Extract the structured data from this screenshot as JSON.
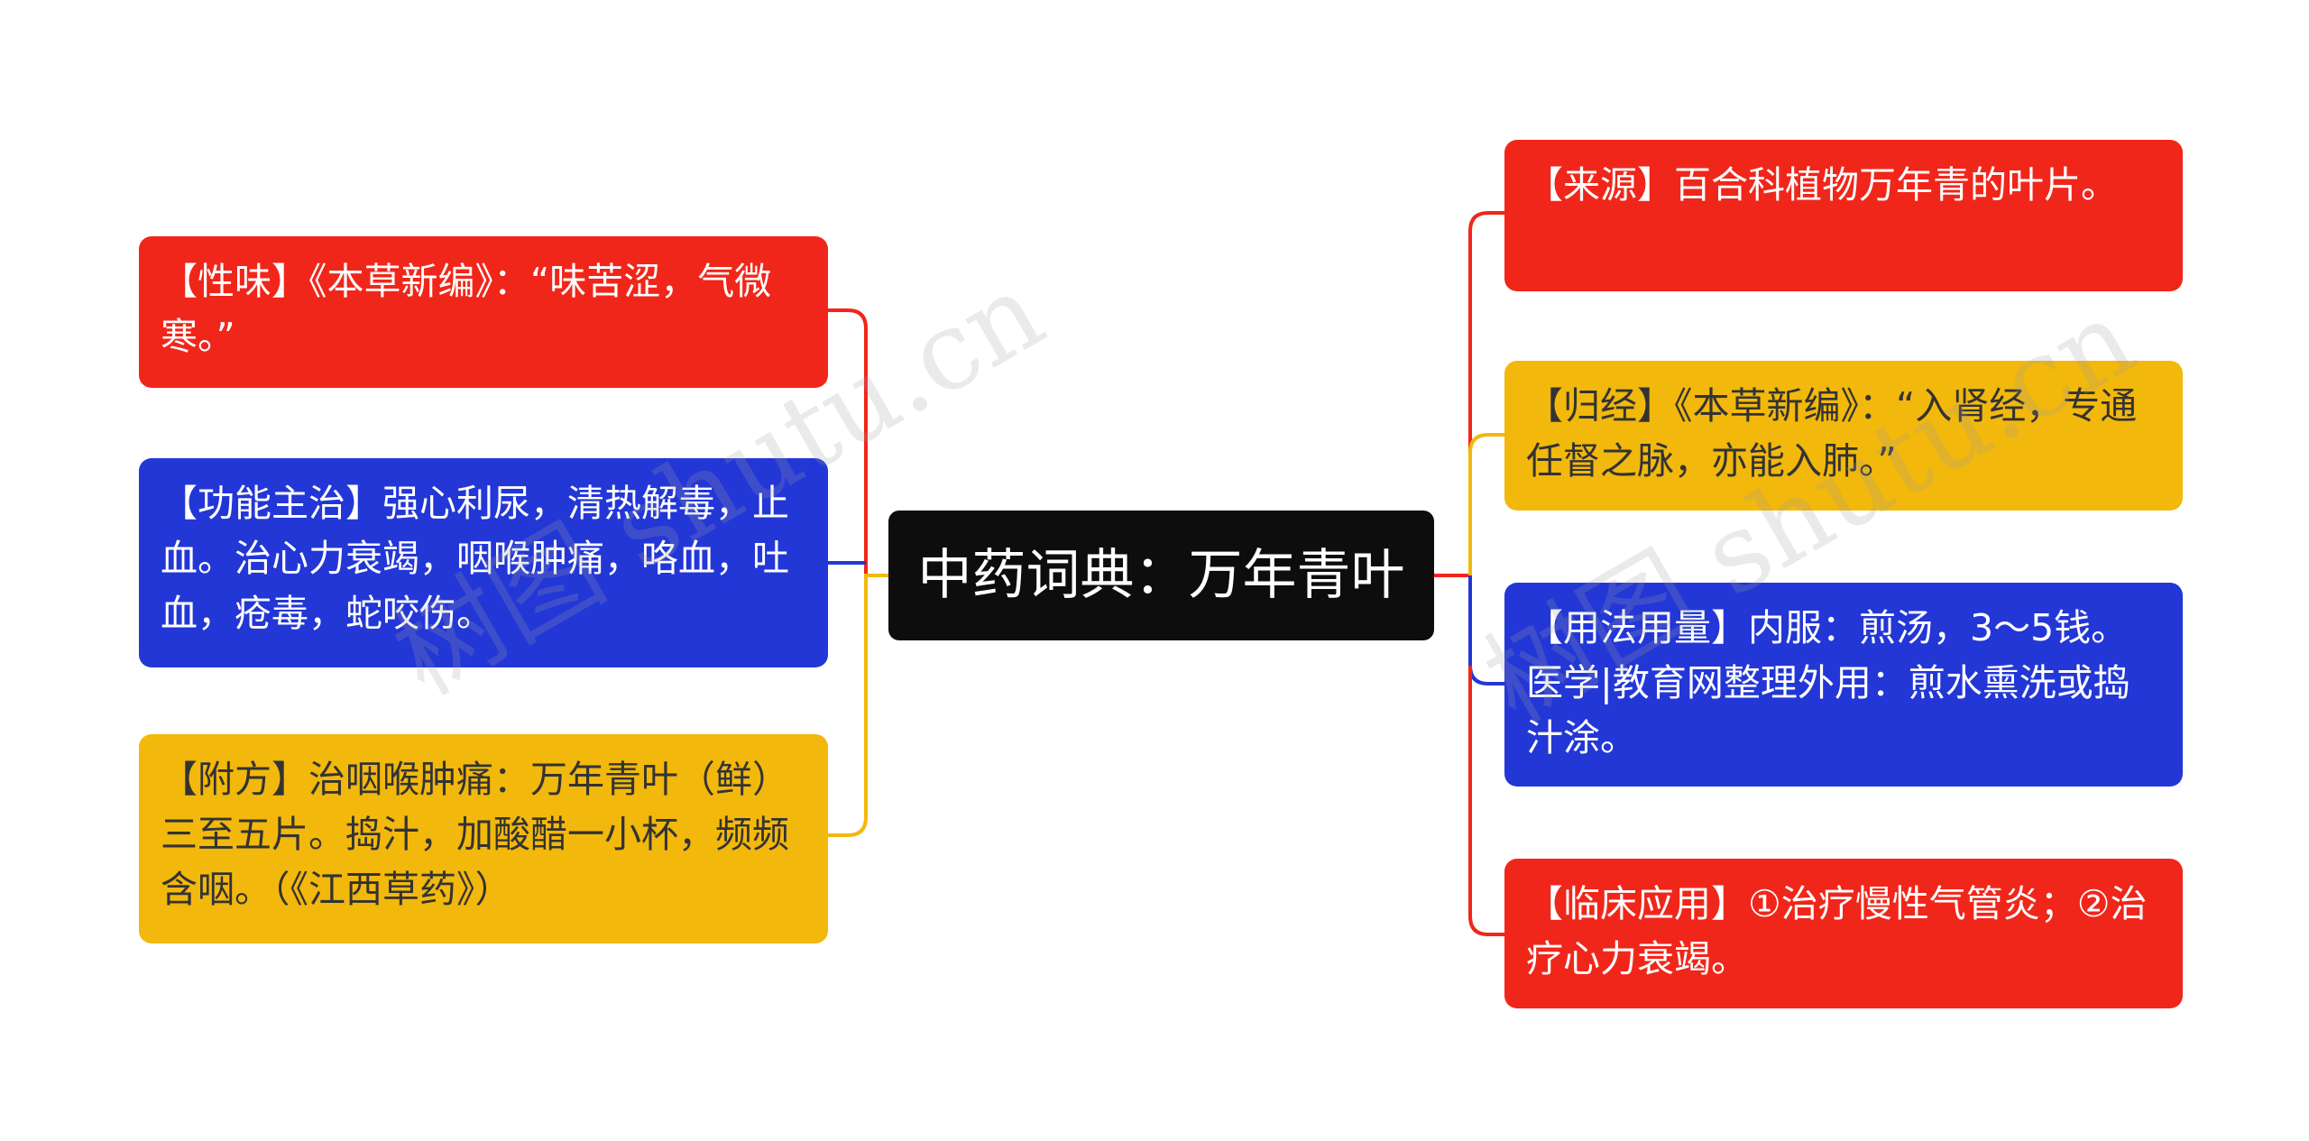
{
  "center": {
    "label": "中药词典：万年青叶"
  },
  "left_nodes": [
    {
      "text": "【性味】《本草新编》：“味苦涩，气微寒。”",
      "color": "#f1261a"
    },
    {
      "text": "【功能主治】强心利尿，清热解毒，止血。治心力衰竭，咽喉肿痛，咯血，吐血，疮毒，蛇咬伤。",
      "color": "#2337d6"
    },
    {
      "text": "【附方】治咽喉肿痛：万年青叶（鲜）三至五片。捣汁，加酸醋一小杯，频频含咽。（《江西草药》）",
      "color": "#f2b80c"
    }
  ],
  "right_nodes": [
    {
      "text": "【来源】百合科植物万年青的叶片。",
      "color": "#f1261a"
    },
    {
      "text": "【归经】《本草新编》：“入肾经，专通任督之脉，亦能入肺。”",
      "color": "#f2b80c"
    },
    {
      "text": "【用法用量】内服：煎汤，3～5钱。医学|教育网整理外用：煎水熏洗或捣汁涂。",
      "color": "#2337d6"
    },
    {
      "text": "【临床应用】①治疗慢性气管炎；②治疗心力衰竭。",
      "color": "#f1261a"
    }
  ],
  "watermarks": [
    {
      "text": "树图 shutu.cn"
    },
    {
      "text": "树图 shutu.cn"
    }
  ]
}
